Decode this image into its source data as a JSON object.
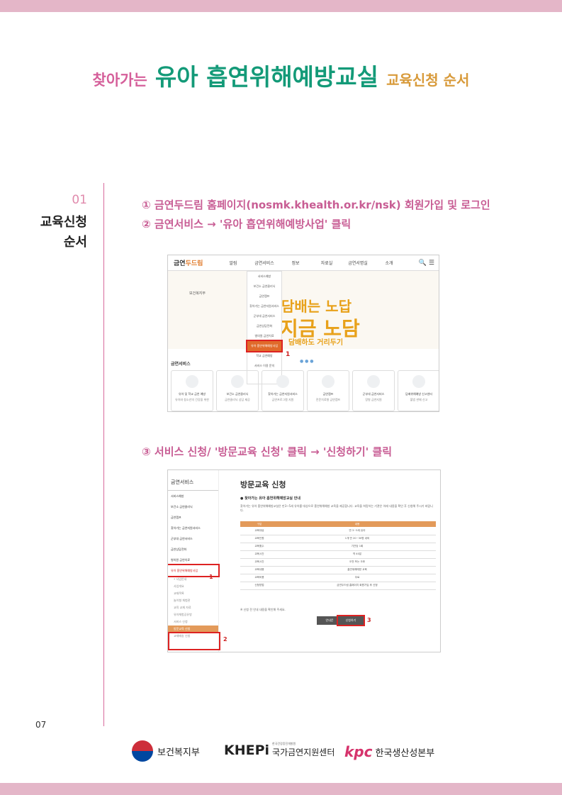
{
  "title": {
    "pre": "찾아가는",
    "main": "유아 흡연위해예방교실",
    "post": "교육신청 순서"
  },
  "step": {
    "number": "01",
    "label_line1": "교육신청",
    "label_line2": "순서"
  },
  "instructions": [
    "① 금연두드림 홈페이지(nosmk.khealth.or.kr/nsk) 회원가입 및 로그인",
    "② 금연서비스 → '유아 흡연위해예방사업' 클릭",
    "③ 서비스 신청/ '방문교육 신청' 클릭 → '신청하기' 클릭"
  ],
  "page_number": "07",
  "screenshot1": {
    "logo_prefix": "금연",
    "logo_suffix": "두드림",
    "nav": [
      "알림",
      "금연서비스",
      "정보",
      "자료실",
      "금연서명실",
      "소개"
    ],
    "icons": "🔍 ☰",
    "ministry": "보건복지부",
    "hero_text1": "담배는 노답",
    "hero_text2": "지금 노담",
    "hero_text3": "담배하도 거리두기",
    "dropdown": [
      "서비스예방",
      "보건소 금연클리닉",
      "금연캠프",
      "찾아가는 금연지원서비스",
      "군부대 금연서비스",
      "금연상담전화",
      "병의원 금연치료",
      "유아 흡연위해예방사업",
      "학교 금연예방",
      "서비스 이용 문의"
    ],
    "marker": "1",
    "section": "금연서비스",
    "cards": [
      {
        "title": "유아 및 학교 금연 예방",
        "sub": "유아와 청소년의 건강을 위한"
      },
      {
        "title": "보건소 금연클리닉",
        "sub": "금연클리닉 상담 제공"
      },
      {
        "title": "찾아가는 금연지원서비스",
        "sub": "금연프로그램 지원"
      },
      {
        "title": "금연캠프",
        "sub": "전문치료형 금연캠프"
      },
      {
        "title": "군부대 금연서비스",
        "sub": "장병 금연지원"
      },
      {
        "title": "담배위해예방 신고센터",
        "sub": "불법 판매 신고"
      }
    ]
  },
  "screenshot2": {
    "side_title": "금연서비스",
    "side_items": [
      "서비스예방",
      "보건소 금연클리닉",
      "금연캠프",
      "찾아가는 금연지원서비스",
      "군부대 금연서비스",
      "금연상담전화",
      "병의원 금연치료",
      "유아 흡연위해예방사업"
    ],
    "side_sub": "• 사업안내",
    "side_sub_items": [
      "사업개요",
      "교재목록",
      "놀이형 체험관",
      "교육 교재 자료",
      "유아체험공유방",
      "서비스 신청",
      "방문교육 신청",
      "교재배송 신청"
    ],
    "marker1": "1",
    "marker2": "2",
    "marker3": "3",
    "title": "방문교육 신청",
    "subtitle": "● 찾아가는 유아 흡연위해예방교실 안내",
    "description": "찾아가는 유아 흡연위해예방교실은 만3~5세 유아를 대상으로 흡연위해예방 교육을 제공합니다. 교육을 희망하는 기관은 아래 내용을 확인 후 신청해 주시기 바랍니다.",
    "table_head": [
      "구분",
      "내용"
    ],
    "table_rows": [
      [
        "교육대상",
        "만 3~5세 유아"
      ],
      [
        "교육인원",
        "1개 반 20~30명 내외"
      ],
      [
        "교육횟수",
        "기관당 1회"
      ],
      [
        "교육시간",
        "약 40분"
      ],
      [
        "교육시간",
        "오전 또는 오후"
      ],
      [
        "교육내용",
        "흡연위해예방 교육"
      ],
      [
        "교육비용",
        "무료"
      ],
      [
        "신청방법",
        "금연두드림 홈페이지 회원가입 후 신청"
      ]
    ],
    "note": "※ 신청 전 안내 내용을 확인해 주세요.",
    "btn_guide": "안내문",
    "btn_apply": "신청하기"
  },
  "footer": {
    "logo1": "보건복지부",
    "logo2_brand": "KHEPi",
    "logo2_small": "한국건강증진개발원",
    "logo2_main": "국가금연지원센터",
    "logo3_brand": "kpc",
    "logo3_text": "한국생산성본부"
  }
}
